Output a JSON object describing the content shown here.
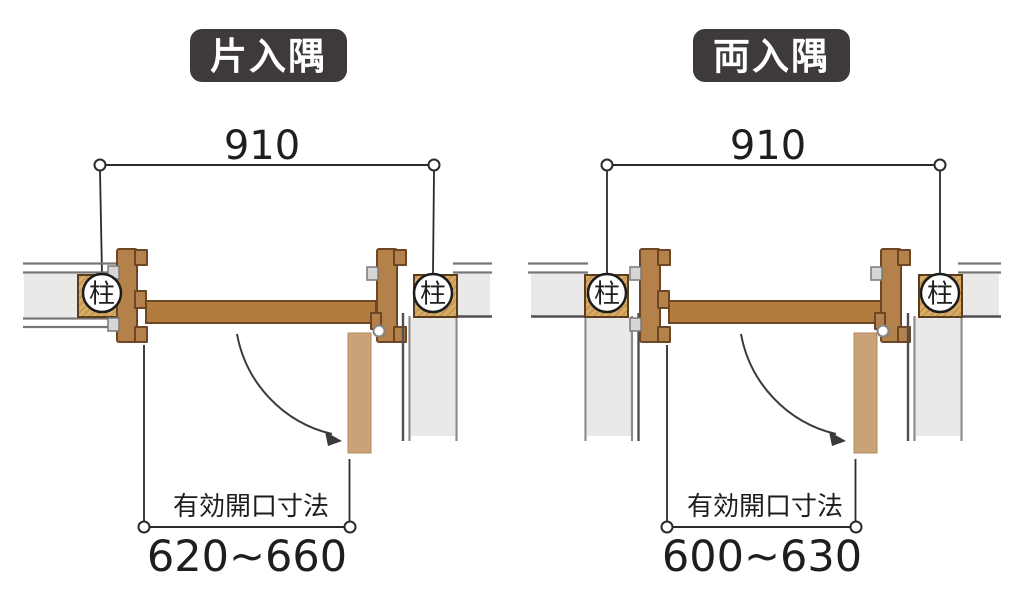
{
  "figure": {
    "type": "door-frame-plan-view-comparison",
    "background": "#ffffff"
  },
  "colors": {
    "title_badge_bg": "#3d3a39",
    "title_badge_text": "#ffffff",
    "dimension_line": "#2b2b2b",
    "text": "#1e1e1e",
    "wall_fill": "#eae9e7",
    "wall_line": "#767676",
    "wall_line_dark": "#4f4f4f",
    "frame_fill": "#b5814b",
    "frame_stroke": "#6d4723",
    "door_closed_fill": "#b27c3e",
    "door_open_fill": "#c9a277",
    "post_fill": "#d9ac66",
    "post_hatch": "#c09252",
    "swing_arc": "#3a3a3a"
  },
  "diagrams": [
    {
      "title": "片入隅",
      "top_dimension": "910",
      "opening_label": "有効開口寸法",
      "opening_range": "620~660",
      "post_label": "柱"
    },
    {
      "title": "両入隅",
      "top_dimension": "910",
      "opening_label": "有効開口寸法",
      "opening_range": "600~630",
      "post_label": "柱"
    }
  ]
}
